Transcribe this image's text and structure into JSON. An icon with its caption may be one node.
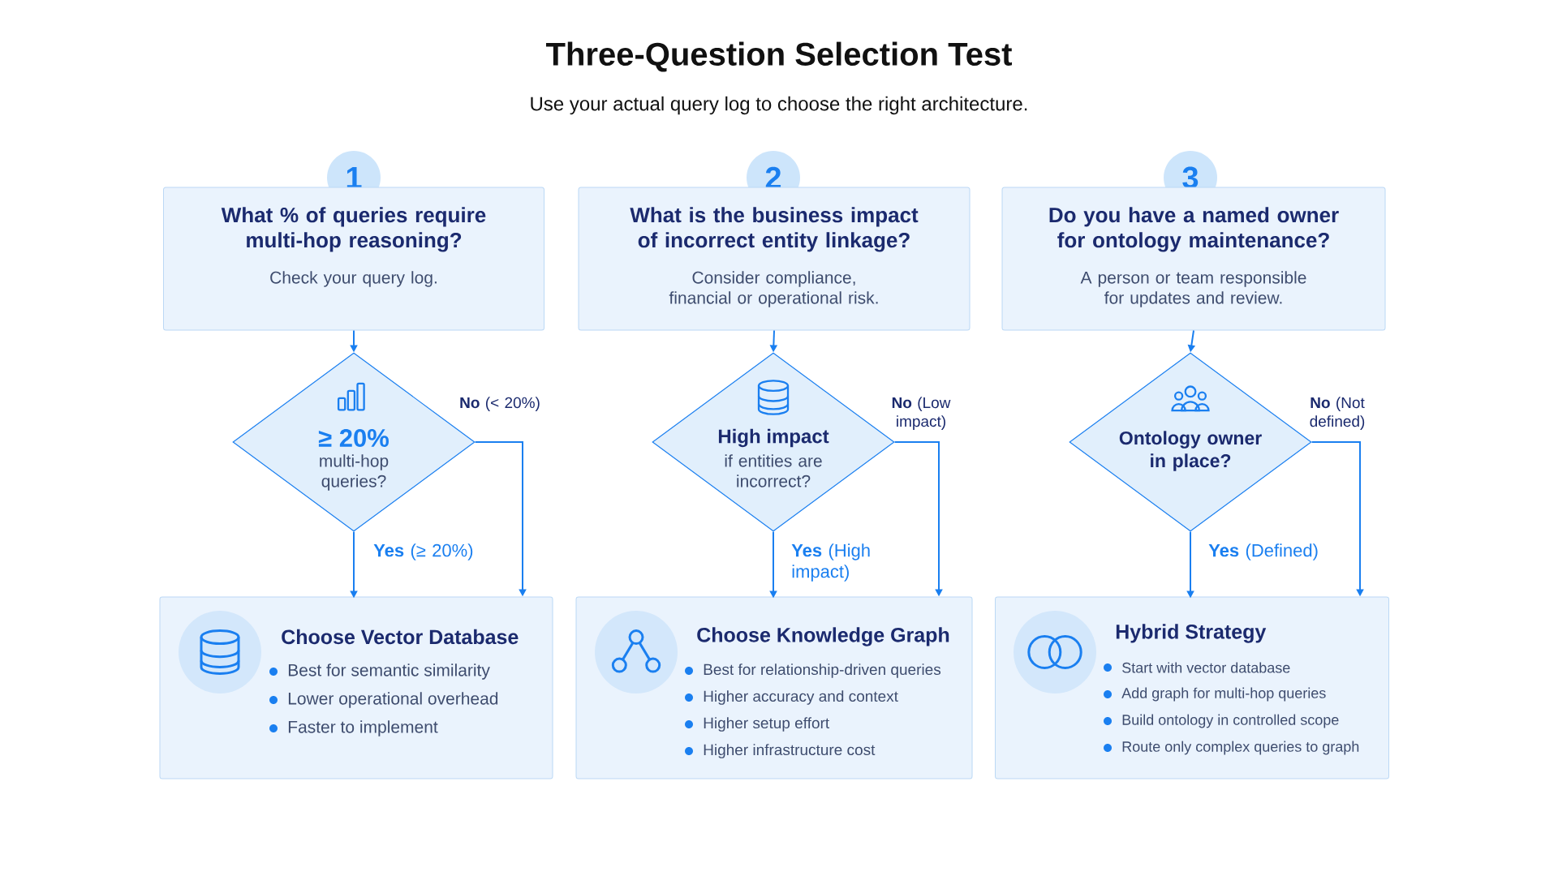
{
  "diagram": {
    "title": "Three-Question Selection Test",
    "nodes": [
      {
        "text": [
          "1"
        ]
      },
      {
        "text": [
          "What % of queries require multi-hop reasoning?",
          "Check your query log."
        ]
      },
      {
        "text": [
          "≥ 20%",
          "multi-hop queries?"
        ]
      },
      {
        "text": [
          "Choose Vector Database",
          "Best for semantic similarity",
          "Lower operational overhead",
          "Faster to implement"
        ]
      },
      {
        "text": [
          "2"
        ]
      },
      {
        "text": [
          "What is the business impact of incorrect entity linkage?",
          "Consider compliance, financial or operational risk."
        ]
      },
      {
        "text": [
          "High impact",
          "if entities are incorrect?"
        ]
      },
      {
        "text": [
          "Choose Knowledge Graph",
          "Best for relationship-driven queries",
          "Higher accuracy and context",
          "Higher setup effort",
          "Higher infrastructure cost"
        ]
      },
      {
        "text": [
          "3"
        ]
      },
      {
        "text": [
          "Do you have a named owner for ontology maintenance?",
          "A person or team responsible for updates and review."
        ]
      },
      {
        "text": [
          "Ontology owner in place?"
        ]
      },
      {
        "text": [
          "Hybrid Strategy",
          "Start with vector database",
          "Add graph for multi-hop queries",
          "Build ontology in controlled scope",
          "Route only complex queries to graph"
        ]
      }
    ],
    "edges": [
      {
        "from": 1,
        "to": 2,
        "arrow": "to"
      },
      {
        "from": 2,
        "to": 3,
        "arrow": "to",
        "label": "**Yes** (≥ 20%)"
      },
      {
        "from": 2,
        "to": 3,
        "arrow": "to",
        "label": "**No** (< 20%)"
      },
      {
        "from": 5,
        "to": 6,
        "arrow": "to"
      },
      {
        "from": 6,
        "to": 7,
        "arrow": "to",
        "label": "**Yes** (High impact)"
      },
      {
        "from": 6,
        "to": 7,
        "arrow": "to",
        "label": "**No** (Low impact)"
      },
      {
        "from": 9,
        "to": 10,
        "arrow": "to"
      },
      {
        "from": 10,
        "to": 11,
        "arrow": "to",
        "label": "**Yes** (Defined)"
      },
      {
        "from": 10,
        "to": 11,
        "arrow": "to",
        "label": "**No** (Not defined)"
      }
    ],
    "labels": [
      "Use your actual query log to choose the right architecture."
    ]
  }
}
